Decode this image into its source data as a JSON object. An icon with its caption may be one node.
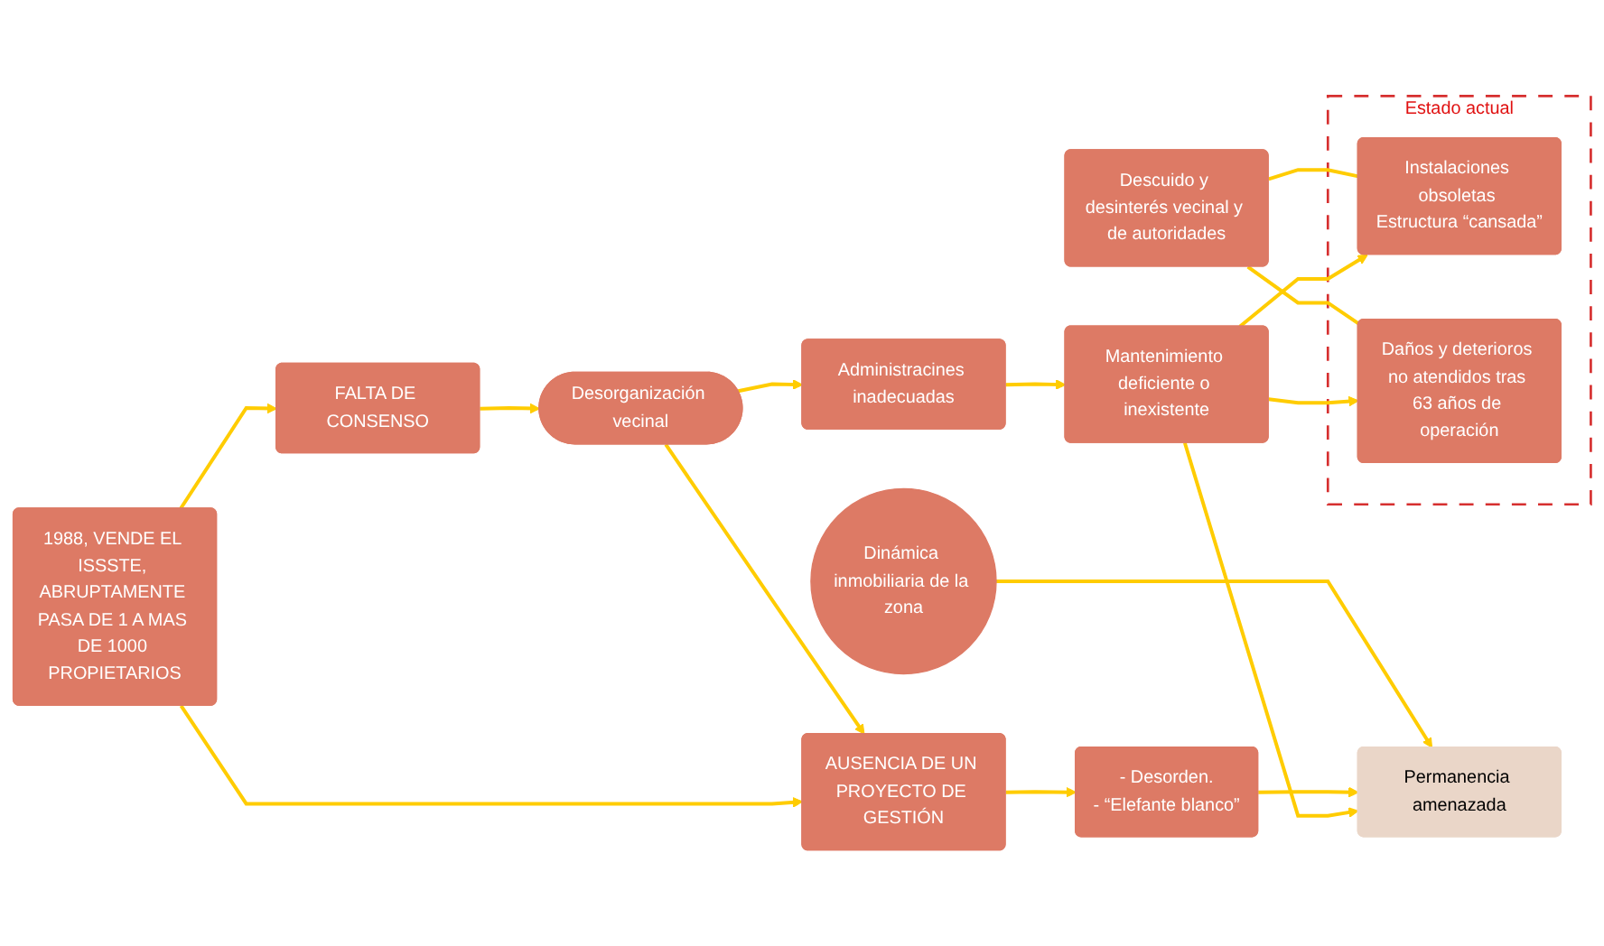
{
  "diagram": {
    "nodes": [
      {
        "text": [
          "1988, VENDE EL ISSSTE, ABRUPTAMENTE PASA DE 1 A MAS DE 1000 PROPIETARIOS"
        ]
      },
      {
        "text": [
          "FALTA DE CONSENSO"
        ]
      },
      {
        "text": [
          "Desorganización vecinal"
        ]
      },
      {
        "text": [
          "Administracines inadecuadas"
        ]
      },
      {
        "text": [
          "Mantenimiento deficiente o inexistente"
        ]
      },
      {
        "text": [
          "Descuido y desinterés vecinal y de autoridades"
        ]
      },
      {
        "text": [
          "Estado actual"
        ]
      },
      {
        "text": [
          "Instalaciones obsoletas Estructura “cansada”"
        ],
        "in": 6
      },
      {
        "text": [
          "Daños y deterioros no atendidos tras 63 años de operación"
        ],
        "in": 6
      },
      {
        "text": [
          "AUSENCIA DE UN PROYECTO DE GESTIÓN"
        ]
      },
      {
        "text": [
          "- Desorden.",
          "- “Elefante blanco”"
        ]
      },
      {
        "text": [
          "Permanencia amenazada"
        ]
      },
      {
        "text": [
          "Dinámica inmobiliaria de la zona"
        ]
      }
    ],
    "edges": [
      {
        "from": 0,
        "to": 1,
        "arrow": "to"
      },
      {
        "from": 0,
        "to": 9,
        "arrow": "to"
      },
      {
        "from": 1,
        "to": 2,
        "arrow": "to"
      },
      {
        "from": 2,
        "to": 9,
        "arrow": "to"
      },
      {
        "from": 2,
        "to": 3,
        "arrow": "to"
      },
      {
        "from": 3,
        "to": 4,
        "arrow": "to"
      },
      {
        "from": 4,
        "to": 7,
        "arrow": "to"
      },
      {
        "from": 4,
        "to": 8,
        "arrow": "to"
      },
      {
        "from": 4,
        "to": 11,
        "arrow": "to"
      },
      {
        "from": 5,
        "to": 7,
        "arrow": "none"
      },
      {
        "from": 5,
        "to": 8,
        "arrow": "none"
      },
      {
        "from": 9,
        "to": 10,
        "arrow": "to"
      },
      {
        "from": 10,
        "to": 11,
        "arrow": "to"
      },
      {
        "from": 12,
        "to": 11,
        "arrow": "to"
      }
    ]
  }
}
